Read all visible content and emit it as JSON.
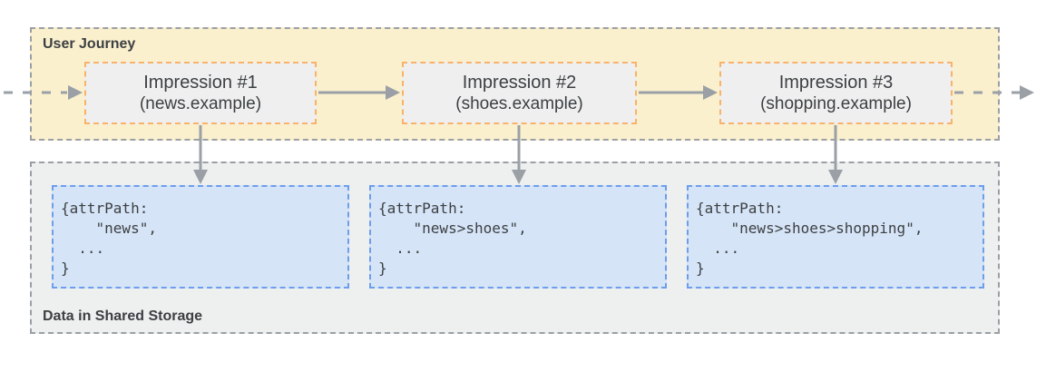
{
  "user_journey": {
    "label": "User Journey",
    "impressions": [
      {
        "title": "Impression #1",
        "domain": "(news.example)"
      },
      {
        "title": "Impression #2",
        "domain": "(shoes.example)"
      },
      {
        "title": "Impression #3",
        "domain": "(shopping.example)"
      }
    ]
  },
  "shared_storage": {
    "label": "Data in Shared Storage",
    "entries": [
      {
        "code": "{attrPath:\n    \"news\",\n  ...\n}"
      },
      {
        "code": "{attrPath:\n    \"news>shoes\",\n  ...\n}"
      },
      {
        "code": "{attrPath:\n    \"news>shoes>shopping\",\n  ...\n}"
      }
    ]
  },
  "colors": {
    "journey_fill": "#FBF0CE",
    "journey_border": "#9AA0A6",
    "impression_fill": "#EFEFEF",
    "impression_border": "#F8B26A",
    "storage_fill": "#EEEFEF",
    "storage_border": "#9AA0A6",
    "entry_fill": "#D6E4F7",
    "entry_border": "#6D9EEB",
    "arrow": "#9AA0A6",
    "text": "#3C4043"
  }
}
